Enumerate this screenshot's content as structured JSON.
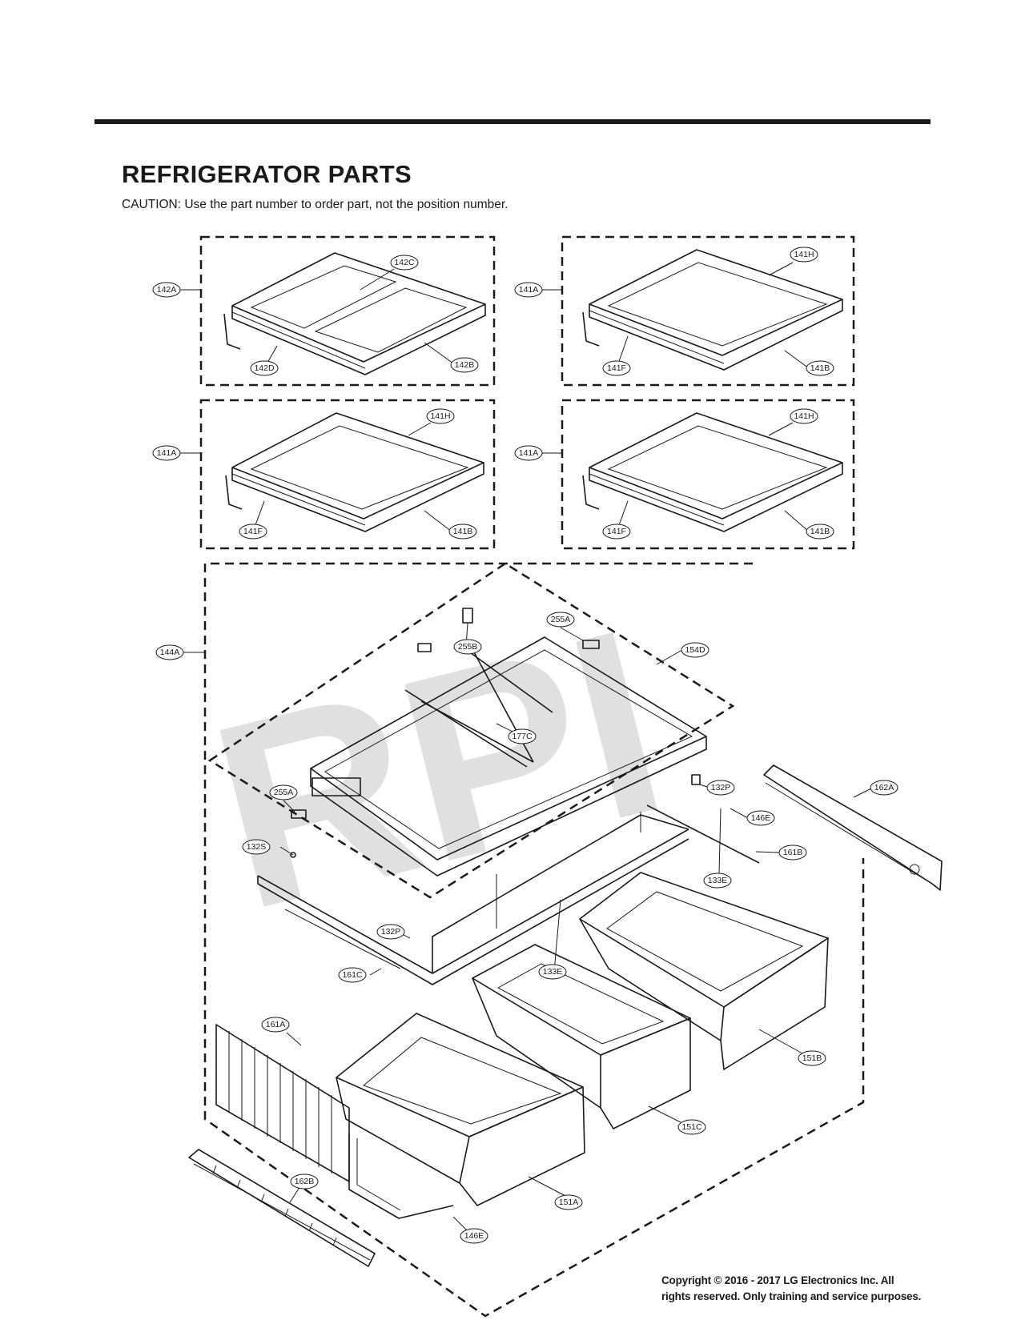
{
  "title": "REFRIGERATOR PARTS",
  "caution": "CAUTION: Use the part number to order part, not the position number.",
  "watermark": "RPI",
  "copyright": {
    "line1": "Copyright © 2016 - 2017 LG Electronics Inc. All",
    "line2": "rights reserved. Only training and service purposes."
  },
  "callouts": [
    "142A",
    "142C",
    "142D",
    "142B",
    "141A",
    "141H",
    "141F",
    "141B",
    "141A",
    "141H",
    "141F",
    "141B",
    "141A",
    "141H",
    "141F",
    "141B",
    "144A",
    "255A",
    "255B",
    "154D",
    "177C",
    "255A",
    "132P",
    "132S",
    "162A",
    "146E",
    "161B",
    "133E",
    "132P",
    "133E",
    "161C",
    "161A",
    "151B",
    "151C",
    "151A",
    "162B",
    "146E"
  ]
}
